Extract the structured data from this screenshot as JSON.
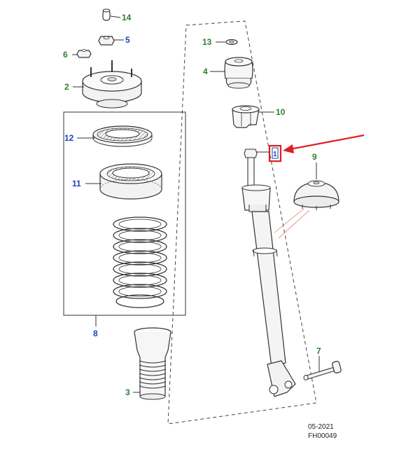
{
  "callouts": {
    "c14": "14",
    "c5": "5",
    "c6": "6",
    "c2": "2",
    "c12": "12",
    "c11": "11",
    "c8": "8",
    "c3": "3",
    "c13": "13",
    "c4": "4",
    "c10": "10",
    "c1": "1",
    "c9": "9",
    "c7": "7"
  },
  "footer": {
    "date": "05-2021",
    "code": "FH00049"
  },
  "colors": {
    "green_label": "#2e7d32",
    "blue_label": "#1a3fbf",
    "highlight_red": "#e02020",
    "line": "#333333"
  }
}
